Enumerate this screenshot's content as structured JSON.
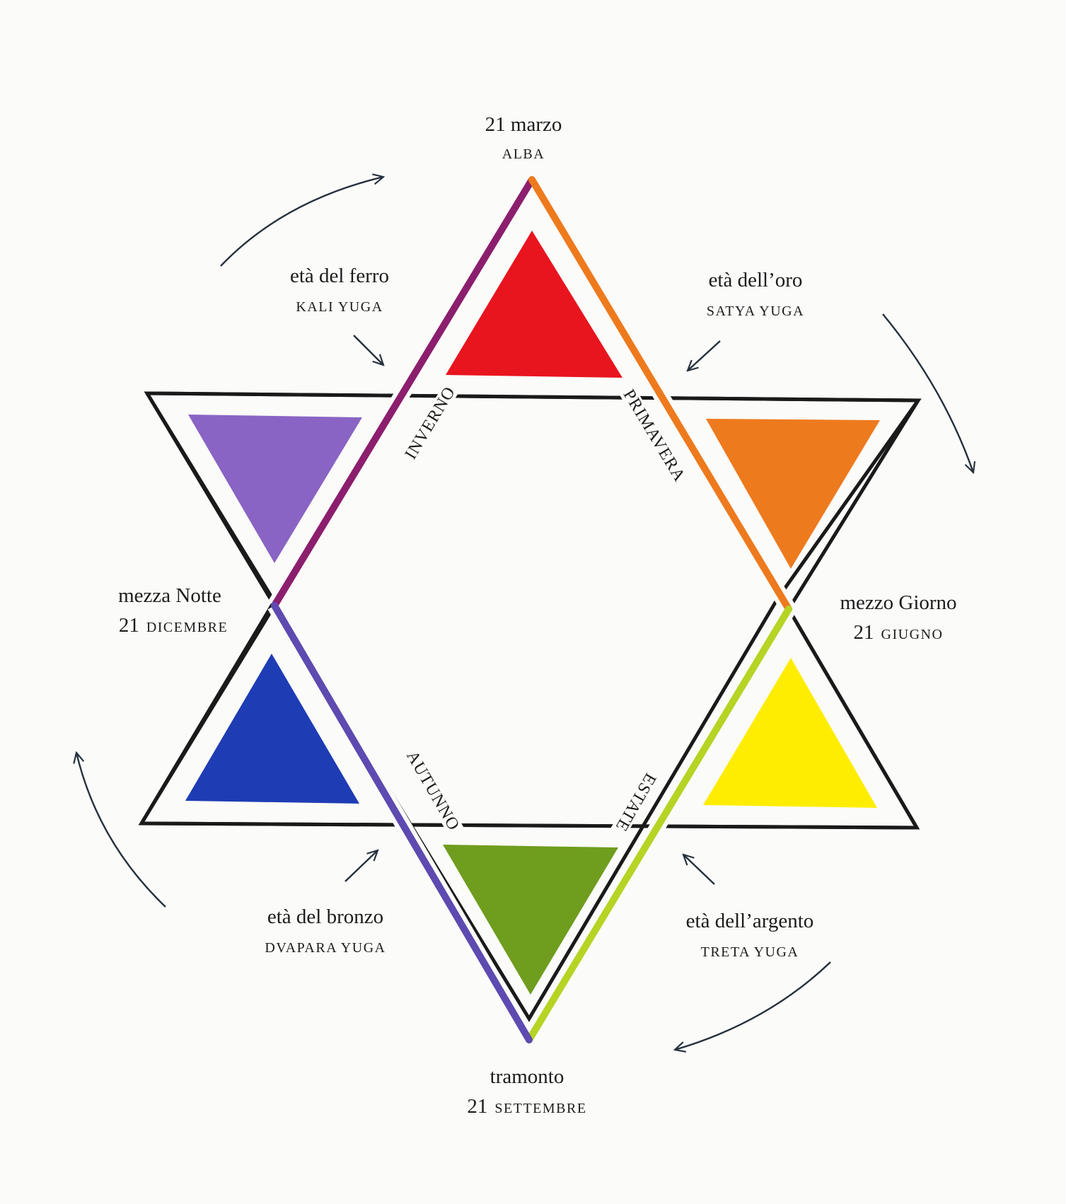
{
  "points": {
    "top": {
      "date": "21 marzo",
      "time": "ALBA"
    },
    "right": {
      "time": "mezzo Giorno",
      "day": "21",
      "month": "GIUGNO"
    },
    "bottom": {
      "time": "tramonto",
      "day": "21",
      "month": "SETTEMBRE"
    },
    "left": {
      "time": "mezza Notte",
      "day": "21",
      "month": "DICEMBRE"
    }
  },
  "ages": {
    "gold": {
      "name": "età dell’oro",
      "yuga": "SATYA YUGA"
    },
    "silver": {
      "name": "età dell’argento",
      "yuga": "TRETA YUGA"
    },
    "bronze": {
      "name": "età del bronzo",
      "yuga": "DVAPARA YUGA"
    },
    "iron": {
      "name": "età del ferro",
      "yuga": "KALI YUGA"
    }
  },
  "seasons": {
    "spring": "PRIMAVERA",
    "summer": "ESTATE",
    "autumn": "AUTUNNO",
    "winter": "INVERNO"
  },
  "colors": {
    "red": "#e8141e",
    "orange": "#ee7a1e",
    "yellow": "#ffed00",
    "green": "#6f9d1e",
    "blue": "#1e3cb4",
    "violet": "#8a64c4",
    "edge_spring": "#ee7a1e",
    "edge_summer": "#b5d424",
    "edge_autumn": "#5e4ab0",
    "edge_winter": "#8c1e6e",
    "outline": "#1a1a1a",
    "arrow": "#25303c"
  }
}
